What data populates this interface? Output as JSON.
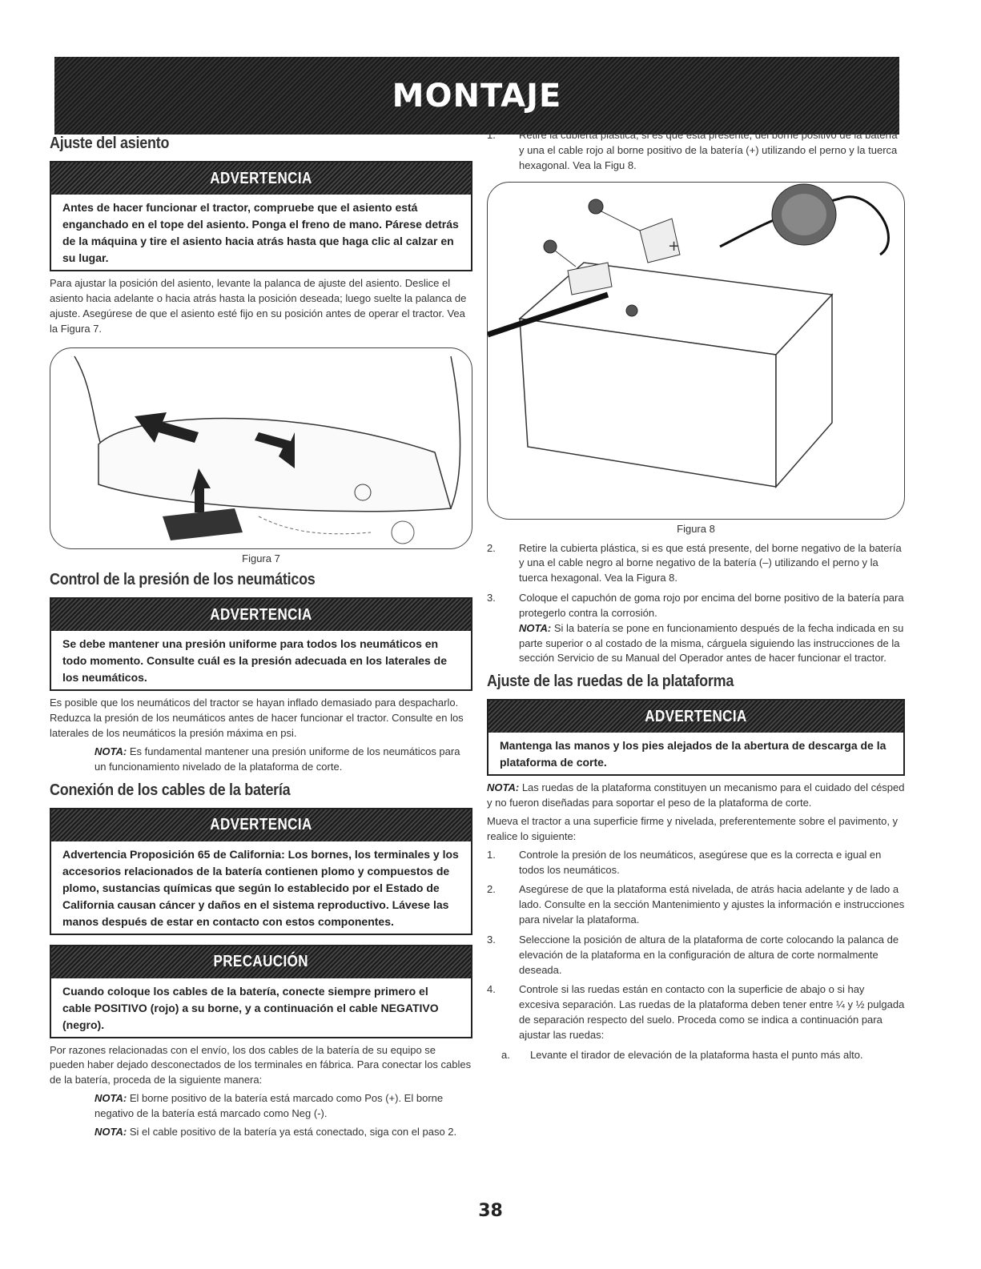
{
  "banner": "MONTAJE",
  "left": {
    "seat": {
      "heading": "Ajuste del asiento",
      "warn_title": "ADVERTENCIA",
      "warn_text": "Antes de hacer funcionar el tractor, compruebe que el asiento está enganchado en el tope del asiento. Ponga el freno de mano. Párese detrás de la máquina y tire el asiento hacia atrás hasta que haga clic al calzar en su lugar.",
      "text": "Para ajustar la posición del asiento, levante la palanca de ajuste del asiento. Deslice el asiento hacia adelante o hacia atrás hasta la posición deseada; luego suelte la palanca de ajuste. Asegúrese de que el asiento esté fijo en su posición antes de operar el tractor. Vea la Figura 7.",
      "figure_caption": "Figura 7"
    },
    "tires": {
      "heading": "Control de la presión de los neumáticos",
      "warn_title": "ADVERTENCIA",
      "warn_text": "Se debe mantener una presión uniforme para todos los neumáticos en todo momento. Consulte cuál es la presión adecuada en los laterales de los neumáticos.",
      "text": "Es posible que los neumáticos del tractor se hayan inflado demasiado para despacharlo. Reduzca la presión de los neumáticos antes de hacer funcionar el tractor. Consulte en los laterales de los neumáticos la presión máxima en psi.",
      "nota_label": "NOTA:",
      "nota_text": " Es fundamental mantener una presión uniforme de los neumáticos para un funcionamiento nivelado de la plataforma de corte."
    },
    "battery": {
      "heading": "Conexión de los cables de la batería",
      "warn_title": "ADVERTENCIA",
      "warn_text": "Advertencia Proposición 65 de California: Los bornes, los terminales y los accesorios relacionados de la batería contienen plomo y compuestos de plomo, sustancias químicas que según lo establecido por el Estado de California causan cáncer y daños en el sistema reproductivo. Lávese las manos después de estar en contacto con estos componentes.",
      "caution_title": "PRECAUCIÓN",
      "caution_text": "Cuando coloque los cables de la batería, conecte siempre primero el cable POSITIVO (rojo) a su borne, y a continuación el cable NEGATIVO (negro).",
      "text": "Por razones relacionadas con el envío, los dos cables de la batería de su equipo se pueden haber dejado desconectados de los terminales en fábrica. Para conectar los cables de la batería, proceda de la siguiente manera:",
      "nota1_label": "NOTA:",
      "nota1_text": " El borne positivo de la batería está marcado como Pos (+). El borne negativo de la batería está marcado como Neg (-).",
      "nota2_label": "NOTA:",
      "nota2_text": " Si el cable positivo de la batería ya está conectado, siga con el paso 2."
    }
  },
  "right": {
    "step1_num": "1.",
    "step1": "Retire la cubierta plástica, si es que está presente, del borne positivo de la batería y una el cable rojo al borne positivo de la batería (+) utilizando el perno y la tuerca hexagonal. Vea la Figu",
    "step1_tail": "8.",
    "figure_caption": "Figura 8",
    "step2_num": "2.",
    "step2": "Retire la cubierta plástica, si es que está presente, del borne negativo de la batería y una el cable negro al borne negativo de la batería (–) utilizando el perno y la tuerca hexagonal. Vea la Figura 8.",
    "step3_num": "3.",
    "step3": "Coloque el capuchón de goma rojo por encima del borne positivo de la batería para protegerlo contra la corrosión.",
    "step3_nota_label": "NOTA:",
    "step3_nota": " Si la batería se pone en funcionamiento después de la fecha indicada en su parte superior o al costado de la misma, cárguela siguiendo las instrucciones de la sección Servicio de su Manual del Operador antes de hacer funcionar el tractor.",
    "wheels": {
      "heading": "Ajuste de las ruedas de la plataforma",
      "warn_title": "ADVERTENCIA",
      "warn_text": "Mantenga las manos y los pies alejados de la abertura de descarga de la plataforma de corte.",
      "nota_label": "NOTA:",
      "nota_text": " Las ruedas de la plataforma constituyen un mecanismo para el cuidado del césped y no fueron diseñadas para soportar el peso de la plataforma de corte.",
      "text": "Mueva el tractor a una superficie firme y nivelada, preferentemente sobre el pavimento, y realice lo siguiente:",
      "items": [
        {
          "num": "1.",
          "text": "Controle la presión de los neumáticos, asegúrese que es la correcta e igual en todos los neumáticos."
        },
        {
          "num": "2.",
          "text": "Asegúrese de que la plataforma está nivelada, de atrás hacia adelante y de lado a lado. Consulte en la sección Mantenimiento y ajustes la información e instrucciones para nivelar la plataforma."
        },
        {
          "num": "3.",
          "text": "Seleccione la posición de altura de la plataforma de corte colocando la palanca de elevación de la plataforma en la configuración de altura de corte normalmente deseada."
        },
        {
          "num": "4.",
          "text": "Controle si las ruedas están en contacto con la superficie de abajo o si hay excesiva separación. Las ruedas de la plataforma deben tener entre ¼ y ½ pulgada de separación respecto del suelo. Proceda como se indica a continuación para ajustar las ruedas:"
        }
      ],
      "sub_num": "a.",
      "sub_text": "Levante el tirador de elevación de la plataforma hasta el punto más alto."
    }
  },
  "page_number": "38"
}
